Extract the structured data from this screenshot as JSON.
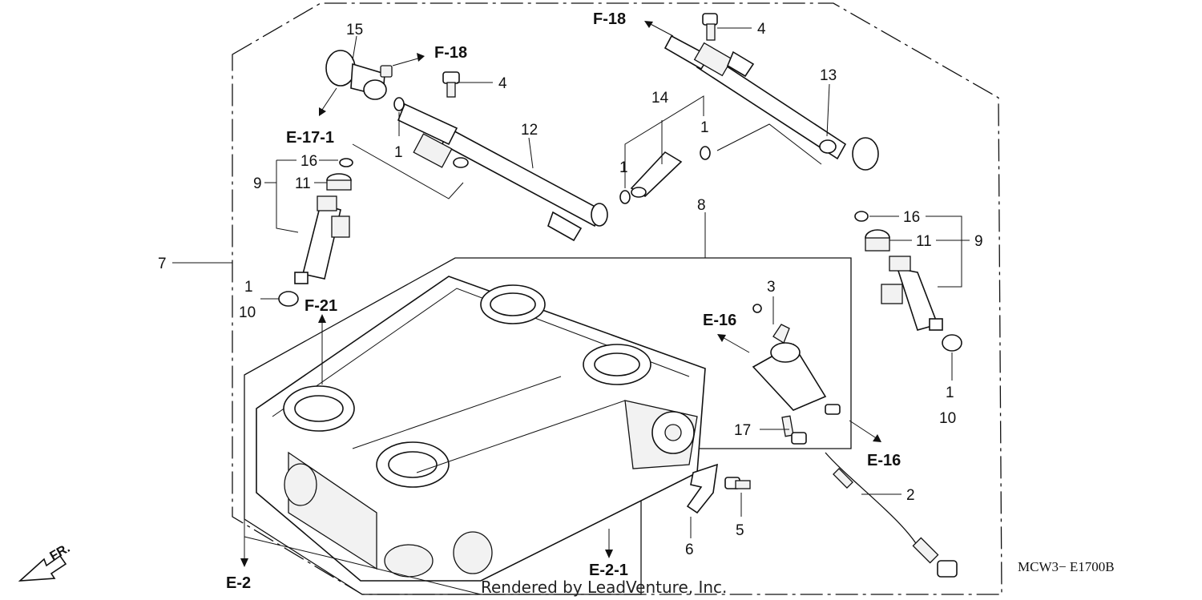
{
  "diagram": {
    "part_numbers": [
      "1",
      "2",
      "3",
      "4",
      "5",
      "6",
      "7",
      "8",
      "9",
      "10",
      "11",
      "12",
      "13",
      "14",
      "15",
      "16",
      "17"
    ],
    "references": {
      "f18_top": "F-18",
      "f18_left": "F-18",
      "e17_1": "E-17-1",
      "f21": "F-21",
      "e16_upper": "E-16",
      "e16_lower": "E-16",
      "e2": "E-2",
      "e2_1": "E-2-1"
    },
    "diagram_code": "MCW3− E1700B",
    "credit": "Rendered by LeadVenture, Inc.",
    "direction_label": "FR."
  }
}
